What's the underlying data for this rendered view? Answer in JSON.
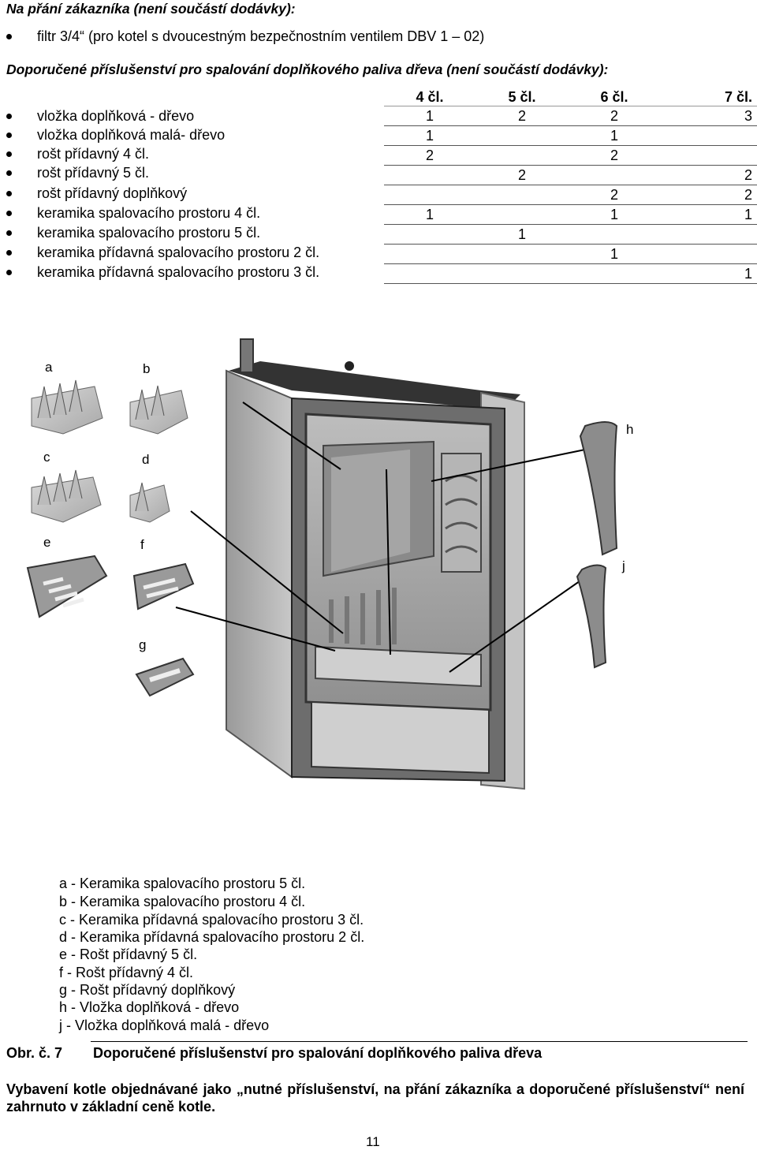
{
  "header_customer": "Na přání zákazníka (není součástí dodávky):",
  "customer_items": [
    "filtr 3/4“ (pro kotel s dvoucestným bezpečnostním ventilem DBV 1 – 02)"
  ],
  "header_recommended": "Doporučené příslušenství pro spalování doplňkového paliva dřeva (není součástí dodávky):",
  "table": {
    "columns": [
      "4 čl.",
      "5 čl.",
      "6 čl.",
      "7 čl."
    ],
    "rows": [
      {
        "label": "vložka doplňková - dřevo",
        "values": [
          "1",
          "2",
          "2",
          "3"
        ]
      },
      {
        "label": "vložka doplňková malá- dřevo",
        "values": [
          "1",
          "",
          "1",
          ""
        ]
      },
      {
        "label": "rošt přídavný 4 čl.",
        "values": [
          "2",
          "",
          "2",
          ""
        ]
      },
      {
        "label": "rošt přídavný 5 čl.",
        "values": [
          "",
          "2",
          "",
          "2"
        ]
      },
      {
        "label": "rošt přídavný doplňkový",
        "values": [
          "",
          "",
          "2",
          "2"
        ]
      },
      {
        "label": "keramika spalovacího prostoru 4 čl.",
        "values": [
          "1",
          "",
          "1",
          "1"
        ]
      },
      {
        "label": "keramika spalovacího prostoru 5 čl.",
        "values": [
          "",
          "1",
          "",
          ""
        ]
      },
      {
        "label": "keramika přídavná spalovacího prostoru 2 čl.",
        "values": [
          "",
          "",
          "1",
          ""
        ]
      },
      {
        "label": "keramika přídavná spalovacího prostoru 3 čl.",
        "values": [
          "",
          "",
          "",
          "1"
        ]
      }
    ]
  },
  "figure_labels": [
    "a",
    "b",
    "c",
    "d",
    "e",
    "f",
    "g",
    "h",
    "j"
  ],
  "legend": [
    "a - Keramika spalovacího prostoru 5 čl.",
    "b - Keramika spalovacího prostoru 4 čl.",
    "c - Keramika přídavná spalovacího prostoru 3 čl.",
    "d - Keramika přídavná spalovacího prostoru 2 čl.",
    "e - Rošt přídavný 5 čl.",
    "f - Rošt přídavný 4 čl.",
    "g - Rošt přídavný doplňkový",
    "h - Vložka doplňková - dřevo",
    "j - Vložka doplňková malá - dřevo"
  ],
  "caption": {
    "number": "Obr. č. 7",
    "text": "Doporučené příslušenství pro spalování doplňkového paliva dřeva"
  },
  "note": "Vybavení kotle objednávané jako „nutné příslušenství, na přání zákazníka a doporučené příslušenství“ není zahrnuto v základní ceně kotle.",
  "page_number": "11"
}
